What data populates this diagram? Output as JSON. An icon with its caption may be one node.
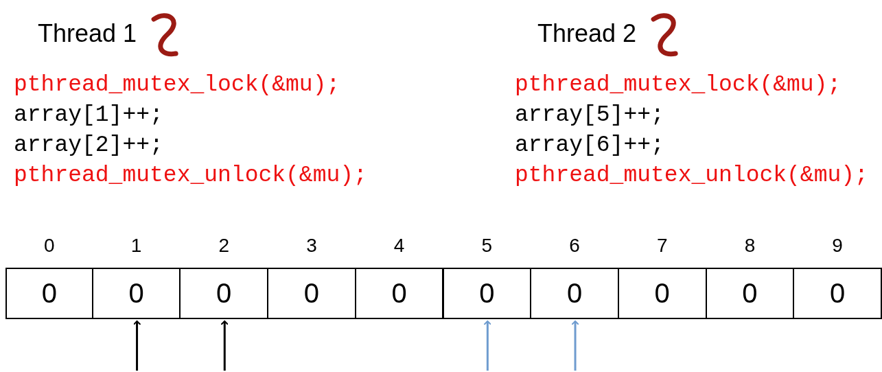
{
  "diagram": {
    "nodes": [
      {
        "text": [
          "0"
        ],
        "beside": [
          "0"
        ]
      },
      {
        "text": [
          "0"
        ],
        "beside": [
          "1"
        ]
      },
      {
        "text": [
          "0"
        ],
        "beside": [
          "2"
        ]
      },
      {
        "text": [
          "0"
        ],
        "beside": [
          "3"
        ]
      },
      {
        "text": [
          "0"
        ],
        "beside": [
          "4"
        ]
      },
      {
        "text": [
          "0"
        ],
        "beside": [
          "5"
        ]
      },
      {
        "text": [
          "0"
        ],
        "beside": [
          "6"
        ]
      },
      {
        "text": [
          "0"
        ],
        "beside": [
          "7"
        ]
      },
      {
        "text": [
          "0"
        ],
        "beside": [
          "8"
        ]
      },
      {
        "text": [
          "0"
        ],
        "beside": [
          "9"
        ]
      }
    ],
    "edges": [
      {
        "from": null,
        "to": 1,
        "arrow": "to"
      },
      {
        "from": null,
        "to": 2,
        "arrow": "to"
      },
      {
        "from": null,
        "to": 5,
        "arrow": "to",
        "color": "#6f9ccf"
      },
      {
        "from": null,
        "to": 6,
        "arrow": "to",
        "color": "#6f9ccf"
      }
    ],
    "labels": [
      "Thread 1",
      "pthread_mutex_lock(&mu);",
      "array[1]++;",
      "array[2]++;",
      "pthread_mutex_unlock(&mu);",
      "Thread 2",
      "pthread_mutex_lock(&mu);",
      "array[5]++;",
      "array[6]++;",
      "pthread_mutex_unlock(&mu);"
    ]
  }
}
